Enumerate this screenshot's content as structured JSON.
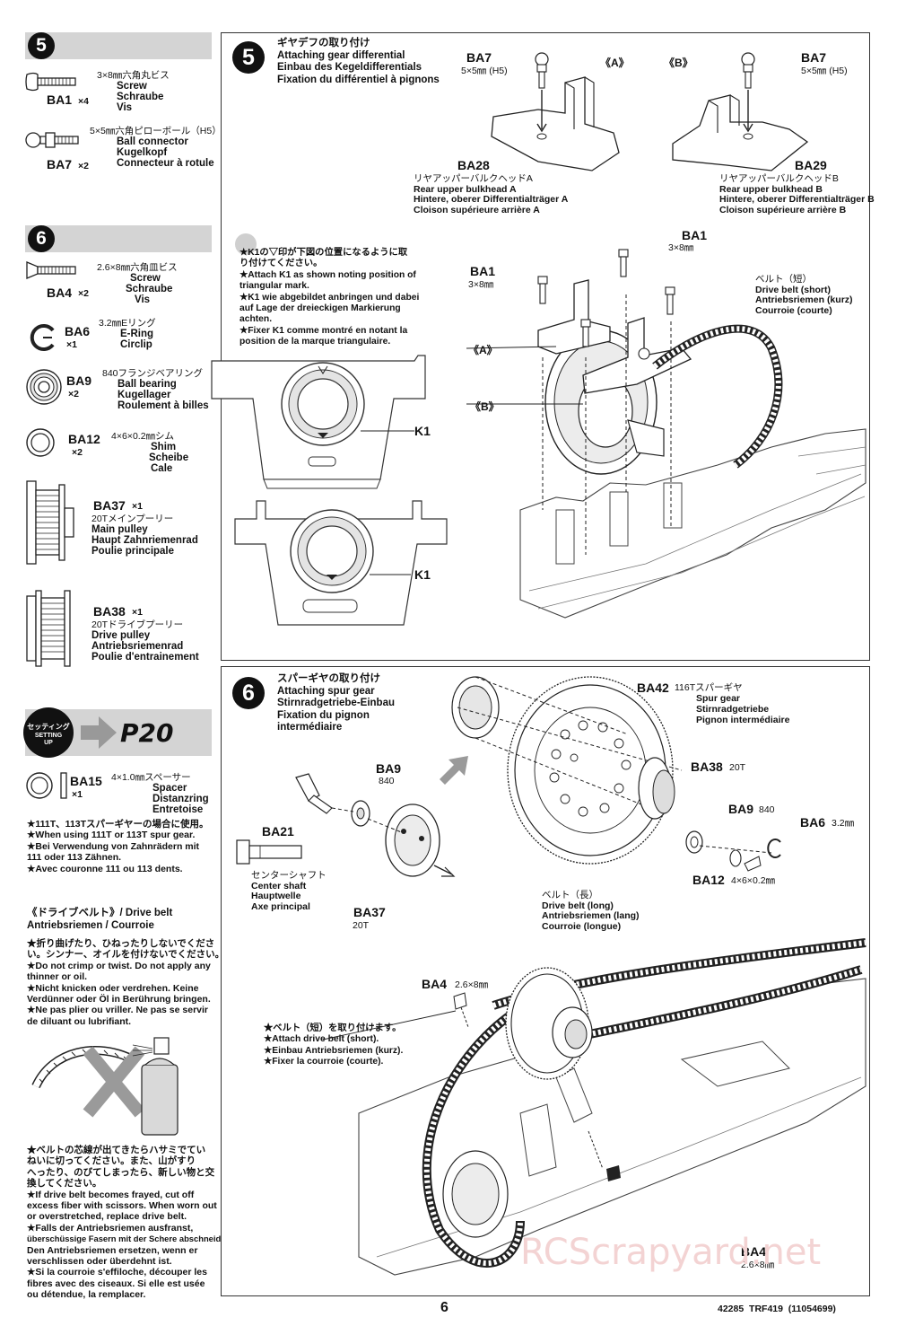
{
  "sidebar": {
    "step5": {
      "num": "5",
      "parts": [
        {
          "code": "BA1",
          "qty": "×4",
          "jp": "3×8㎜六角丸ビス",
          "en": "Screw",
          "de": "Schraube",
          "fr": "Vis"
        },
        {
          "code": "BA7",
          "qty": "×2",
          "jp": "5×5㎜六角ピローボール（H5）",
          "en": "Ball connector",
          "de": "Kugelkopf",
          "fr": "Connecteur à rotule"
        }
      ]
    },
    "step6": {
      "num": "6",
      "parts": [
        {
          "code": "BA4",
          "qty": "×2",
          "jp": "2.6×8㎜六角皿ビス",
          "en": "Screw",
          "de": "Schraube",
          "fr": "Vis"
        },
        {
          "code": "BA6",
          "qty": "×1",
          "jp": "3.2㎜Eリング",
          "en": "E-Ring",
          "de": "Circlip",
          "fr": ""
        },
        {
          "code": "BA9",
          "qty": "×2",
          "jp": "840フランジベアリング",
          "en": "Ball bearing",
          "de": "Kugellager",
          "fr": "Roulement à billes"
        },
        {
          "code": "BA12",
          "qty": "×2",
          "jp": "4×6×0.2㎜シム",
          "en": "Shim",
          "de": "Scheibe",
          "fr": "Cale"
        },
        {
          "code": "BA37",
          "qty": "×1",
          "jp": "20Tメインプーリー",
          "en": "Main pulley",
          "de": "Haupt Zahnriemenrad",
          "fr": "Poulie principale"
        },
        {
          "code": "BA38",
          "qty": "×1",
          "jp": "20Tドライブプーリー",
          "en": "Drive pulley",
          "de": "Antriebsriemenrad",
          "fr": "Poulie d'entrainement"
        }
      ]
    },
    "setting": {
      "badge_top": "セッティング",
      "badge_sub": "SETTING UP",
      "page": "P20"
    },
    "ba15": {
      "code": "BA15",
      "qty": "×1",
      "jp": "4×1.0㎜スペーサー",
      "en": "Spacer",
      "de": "Distanzring",
      "fr": "Entretoise"
    },
    "ba15_notes": [
      "★111T、113Tスパーギヤーの場合に使用。",
      "★When using 111T or 113T spur gear.",
      "★Bei Verwendung von Zahnrädern mit",
      "111 oder 113 Zähnen.",
      "★Avec couronne 111 ou 113 dents."
    ],
    "belt_title": [
      "《ドライブベルト》/ Drive belt",
      "Antriebsriemen / Courroie"
    ],
    "belt_notes1": [
      "★折り曲げたり、ひねったりしないでくださ",
      "い。シンナー、オイルを付けないでください。",
      "★Do not crimp or twist. Do not apply any",
      "thinner or oil.",
      "★Nicht knicken oder verdrehen. Keine",
      "Verdünner oder Öl in Berührung bringen.",
      "★Ne pas plier ou vriller. Ne pas se servir",
      "de diluant ou lubrifiant."
    ],
    "belt_notes2": [
      "★ベルトの芯線が出てきたらハサミでてい",
      "ねいに切ってください。また、山がすり",
      "へったり、のびてしまったら、新しい物と交",
      "換してください。",
      "★If drive belt becomes frayed, cut off",
      "excess fiber with scissors. When worn out",
      "or overstretched, replace drive belt.",
      "★Falls der Antriebsriemen ausfranst,",
      "überschüssige Fasern mit der Schere abschneiden.",
      "Den Antriebsriemen ersetzen, wenn er",
      "verschlissen oder überdehnt ist.",
      "★Si la courroie s'effiloche, découper les",
      "fibres avec des ciseaux. Si elle est usée",
      "ou détendue, la remplacer."
    ]
  },
  "step5": {
    "num": "5",
    "title": [
      "ギヤデフの取り付け",
      "Attaching gear differential",
      "Einbau des Kegeldifferentials",
      "Fixation du différentiel à pignons"
    ],
    "ba7_left": {
      "code": "BA7",
      "size": "5×5㎜ (H5)"
    },
    "ba7_right": {
      "code": "BA7",
      "size": "5×5㎜ (H5)"
    },
    "mark_a": "《A》",
    "mark_b": "《B》",
    "ba28": {
      "code": "BA28",
      "jp": "リヤアッパーバルクヘッドA",
      "en": "Rear upper bulkhead A",
      "de": "Hintere, oberer Differentialträger A",
      "fr": "Cloison supérieure arrière A"
    },
    "ba29": {
      "code": "BA29",
      "jp": "リヤアッパーバルクヘッドB",
      "en": "Rear upper bulkhead B",
      "de": "Hintere, oberer Differentialträger B",
      "fr": "Cloison supérieure arrière B"
    },
    "k1_notes": [
      "★K1の▽印が下図の位置になるように取",
      "り付けてください。",
      "★Attach K1 as shown noting position of",
      "triangular mark.",
      "★K1 wie abgebildet anbringen und dabei",
      "auf Lage der dreieckigen Markierung",
      "achten.",
      "★Fixer K1 comme montré en notant la",
      "position de la marque triangulaire."
    ],
    "k1_label": "K1",
    "ba1_top": {
      "code": "BA1",
      "size": "3×8㎜"
    },
    "ba1_left": {
      "code": "BA1",
      "size": "3×8㎜"
    },
    "belt_short": [
      "ベルト（短）",
      "Drive belt (short)",
      "Antriebsriemen (kurz)",
      "Courroie (courte)"
    ],
    "label_a": "《A》",
    "label_b": "《B》"
  },
  "step6": {
    "num": "6",
    "title": [
      "スパーギヤの取り付け",
      "Attaching spur gear",
      "Stirnradgetriebe-Einbau",
      "Fixation du pignon",
      "intermédiaire"
    ],
    "ba42": {
      "code": "BA42",
      "jp": "116Tスパーギヤ",
      "en": "Spur gear",
      "de": "Stirnradgetriebe",
      "fr": "Pignon intermédiaire"
    },
    "ba38": {
      "code": "BA38",
      "size": "20T"
    },
    "ba9_top": {
      "code": "BA9",
      "size": "840"
    },
    "ba9_right": {
      "code": "BA9",
      "size": "840"
    },
    "ba6": {
      "code": "BA6",
      "size": "3.2㎜"
    },
    "ba12": {
      "code": "BA12",
      "size": "4×6×0.2㎜"
    },
    "ba21": {
      "code": "BA21",
      "jp": "センターシャフト",
      "en": "Center shaft",
      "de": "Hauptwelle",
      "fr": "Axe principal"
    },
    "ba37": {
      "code": "BA37",
      "size": "20T"
    },
    "belt_long": [
      "ベルト（長）",
      "Drive belt (long)",
      "Antriebsriemen (lang)",
      "Courroie (longue)"
    ],
    "ba4_top": {
      "code": "BA4",
      "size": "2.6×8㎜"
    },
    "ba4_bottom": {
      "code": "BA4",
      "size": "2.6×8㎜"
    },
    "attach_notes": [
      "★ベルト（短）を取り付けます。",
      "★Attach drive belt (short).",
      "★Einbau Antriebsriemen (kurz).",
      "★Fixer la courroie (courte)."
    ]
  },
  "footer": {
    "page": "6",
    "model": "42285  TRF419  (11054699)"
  },
  "watermark": "RCScrapyard.net"
}
